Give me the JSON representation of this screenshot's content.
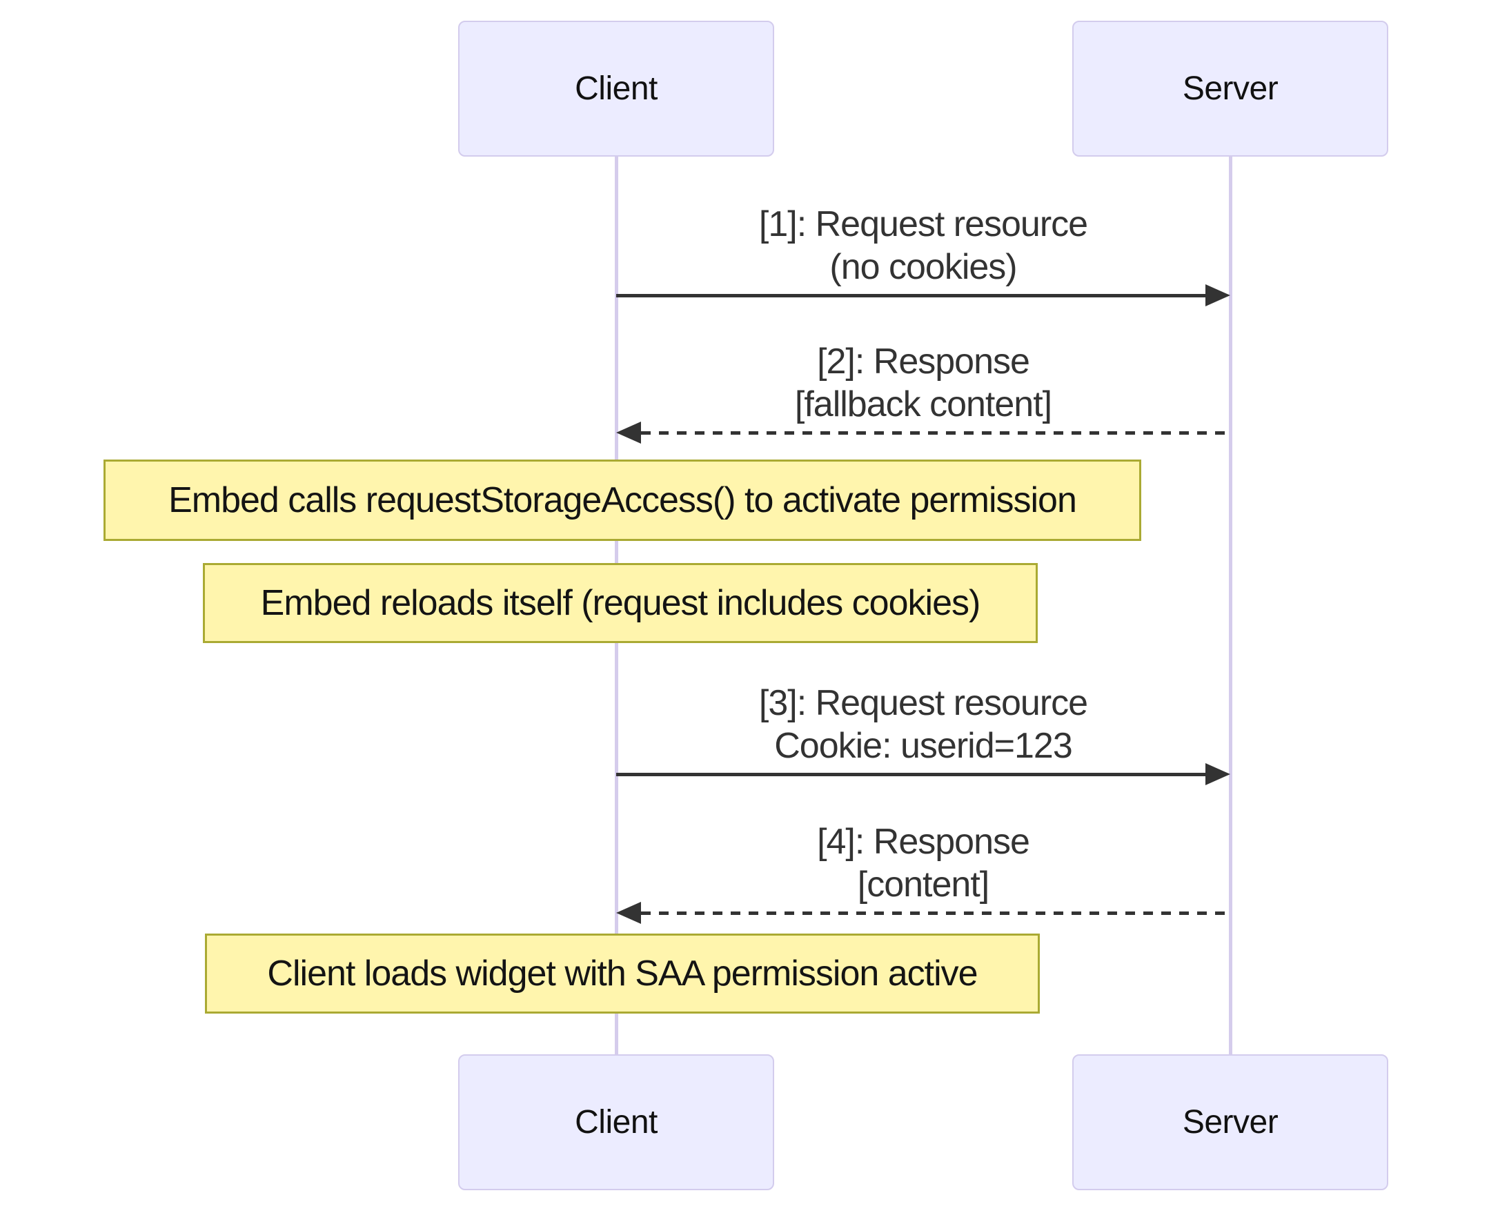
{
  "diagram": {
    "type": "sequence-diagram",
    "actors": [
      {
        "name": "Client"
      },
      {
        "name": "Server"
      }
    ],
    "messages": [
      {
        "lines": [
          "[1]: Request resource",
          "(no cookies)"
        ],
        "style": "solid",
        "from": "Client",
        "to": "Server"
      },
      {
        "lines": [
          "[2]: Response",
          "[fallback content]"
        ],
        "style": "dashed",
        "from": "Server",
        "to": "Client"
      },
      {
        "lines": [
          "[3]: Request resource",
          "Cookie: userid=123"
        ],
        "style": "solid",
        "from": "Client",
        "to": "Server"
      },
      {
        "lines": [
          "[4]: Response",
          "[content]"
        ],
        "style": "dashed",
        "from": "Server",
        "to": "Client"
      }
    ],
    "notes": [
      {
        "text": "Embed calls requestStorageAccess() to activate permission"
      },
      {
        "text": "Embed reloads itself (request includes cookies)"
      },
      {
        "text": "Client loads widget with SAA permission active"
      }
    ],
    "colors": {
      "actor_fill": "#ECECFF",
      "actor_border": "#D3CCED",
      "lifeline": "#D5CCEC",
      "note_fill": "#FFF5AD",
      "note_border": "#AAAA33",
      "arrow": "#333333",
      "text": "#333333"
    }
  }
}
